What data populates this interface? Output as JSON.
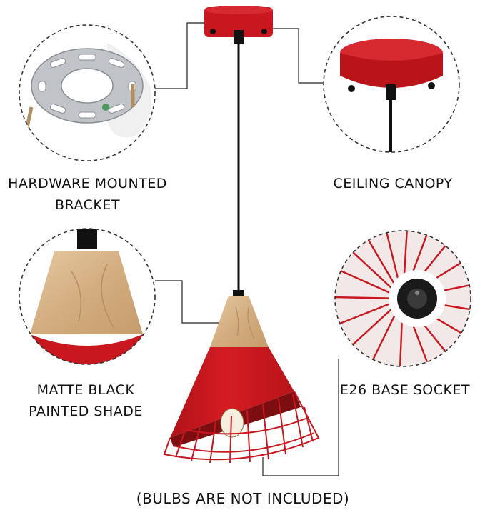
{
  "labels": {
    "bracket": [
      "HARDWARE MOUNTED",
      "BRACKET"
    ],
    "canopy": "CEILING CANOPY",
    "shade": [
      "MATTE BLACK",
      "PAINTED SHADE"
    ],
    "socket": "E26 BASE SOCKET",
    "note": "(BULBS ARE NOT INCLUDED)"
  },
  "colors": {
    "red": "#c8171e",
    "wood": "#d7b48a",
    "metal": "#b8bcc0"
  },
  "icons": {
    "bracket": "metal-mounting-bracket",
    "canopy": "red-ceiling-canopy",
    "shade": "wood-and-red-shade-top",
    "socket": "e26-socket-inside-cage"
  }
}
